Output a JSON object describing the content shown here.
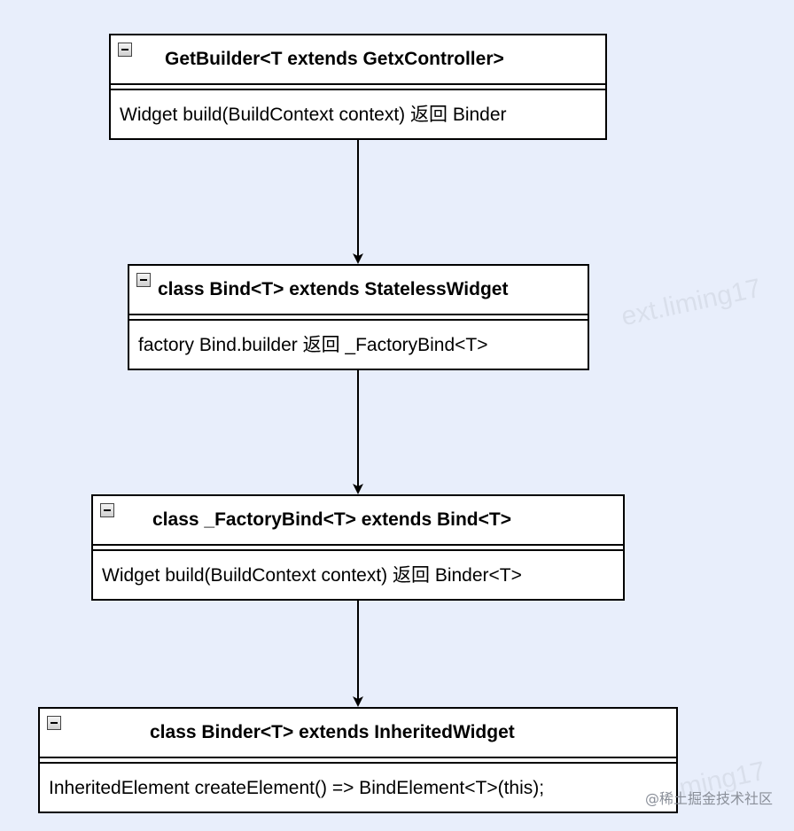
{
  "diagram": {
    "boxes": [
      {
        "title": "GetBuilder<T extends GetxController>",
        "member": "Widget build(BuildContext context) 返回 Binder"
      },
      {
        "title": "class Bind<T> extends StatelessWidget",
        "member": "factory Bind.builder 返回 _FactoryBind<T>"
      },
      {
        "title": "class _FactoryBind<T> extends Bind<T>",
        "member": "Widget build(BuildContext context) 返回 Binder<T>"
      },
      {
        "title": "class Binder<T> extends InheritedWidget",
        "member": "InheritedElement createElement() => BindElement<T>(this);"
      }
    ]
  },
  "watermarks": [
    "ext.liming17",
    "ext.liming17",
    "ext.liming17",
    "ext.liming17"
  ],
  "credit": "@稀土掘金技术社区",
  "colors": {
    "background": "#e8eefb",
    "box_fill": "#ffffff",
    "stroke": "#000000"
  }
}
